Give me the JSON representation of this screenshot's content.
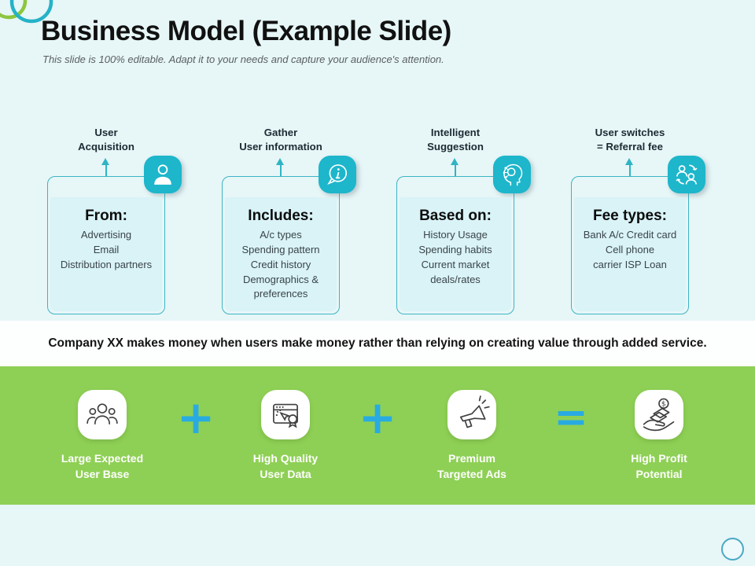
{
  "slide": {
    "title": "Business Model (Example Slide)",
    "subtitle": "This slide is 100% editable. Adapt it to your needs and capture your audience's attention."
  },
  "colors": {
    "background": "#e7f6f7",
    "teal_accent": "#1db6cb",
    "card_border": "#3ab5c4",
    "card_fill": "#d9f3f7",
    "band_green": "#8ed055",
    "operator_blue": "#29abe2",
    "banner_white": "#fdfefe",
    "deco_green": "#8cc63e"
  },
  "columns": [
    {
      "header": "User\nAcquisition",
      "icon": "user-icon",
      "heading": "From:",
      "body": "Advertising\nEmail\nDistribution partners"
    },
    {
      "header": "Gather\nUser information",
      "icon": "info-bubble-icon",
      "heading": "Includes:",
      "body": "A/c types\nSpending pattern\nCredit history\nDemographics &\npreferences"
    },
    {
      "header": "Intelligent\nSuggestion",
      "icon": "ai-head-icon",
      "heading": "Based on:",
      "body": "History Usage\nSpending habits\nCurrent market\ndeals/rates"
    },
    {
      "header": "User switches\n= Referral fee",
      "icon": "user-switch-icon",
      "heading": "Fee types:",
      "body": "Bank A/c Credit card\nCell phone\ncarrier ISP Loan"
    }
  ],
  "banner": {
    "text": "Company XX makes money when users make money rather than relying on creating value through added service."
  },
  "formula": {
    "items": [
      {
        "label": "Large Expected\nUser Base",
        "icon": "user-group-icon"
      },
      {
        "label": "High Quality\nUser Data",
        "icon": "browser-award-icon"
      },
      {
        "label": "Premium\nTargeted Ads",
        "icon": "megaphone-icon"
      },
      {
        "label": "High Profit\nPotential",
        "icon": "money-hand-icon"
      }
    ],
    "operators": [
      "+",
      "+",
      "="
    ]
  }
}
